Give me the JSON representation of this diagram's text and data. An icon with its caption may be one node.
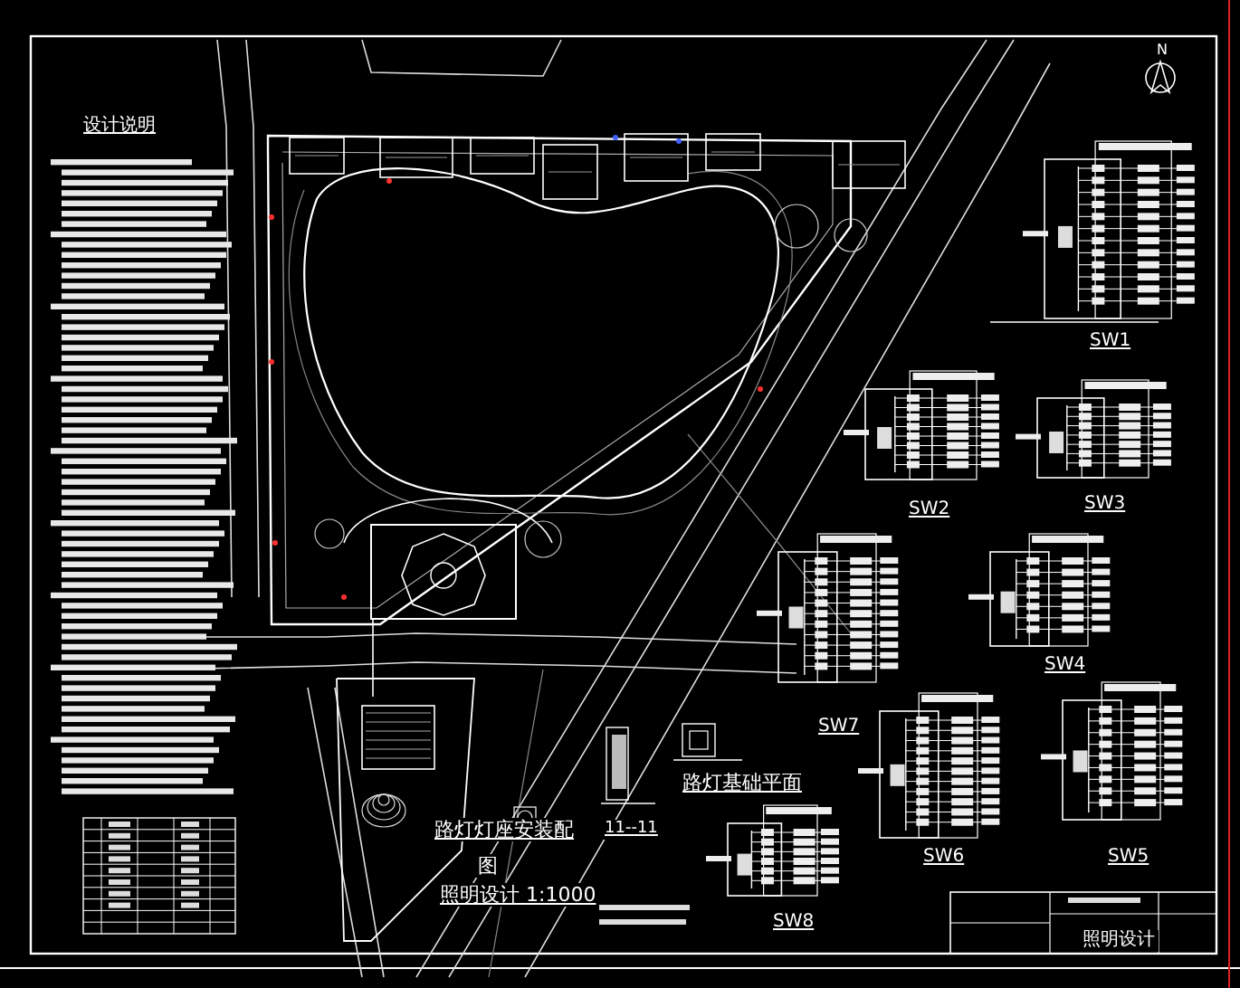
{
  "diagram": {
    "labels": [
      "设计说明",
      "N",
      "SW1",
      "SW2",
      "SW3",
      "SW4",
      "SW5",
      "SW6",
      "SW7",
      "SW8",
      "11--11",
      "路灯基础平面",
      "路灯灯座安装配",
      "图",
      "照明设计 1:1000",
      "照明设计"
    ]
  }
}
